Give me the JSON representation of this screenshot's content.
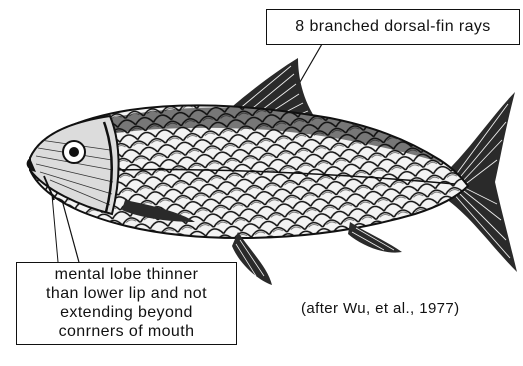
{
  "figure": {
    "subject": "fish-illustration",
    "callouts": {
      "dorsal": "8 branched dorsal-fin rays",
      "mouth_lines": [
        "mental lobe thinner",
        "than lower lip and not",
        "extending beyond",
        "conrners of mouth"
      ]
    },
    "credit": "(after Wu, et al., 1977)",
    "colors": {
      "ink": "#111111",
      "background": "#ffffff"
    }
  }
}
